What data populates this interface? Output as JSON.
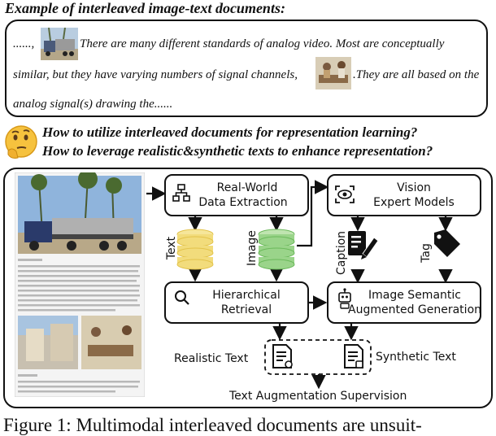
{
  "example": {
    "title": "Example of interleaved image-text documents:",
    "line1_prefix": "......,",
    "line1_text": "There are  many different standards of analog video. Most are conceptually",
    "line2_text": "similar, but they have varying numbers of signal channels,",
    "line2_suffix": ".They are all based on the",
    "line3_text": "analog signal(s) drawing the......"
  },
  "question": {
    "line1": "How to utilize interleaved documents for representation learning?",
    "line2": "How to leverage realistic&synthetic texts to enhance representation?"
  },
  "framework": {
    "real_world": [
      "Real-World",
      "Data Extraction"
    ],
    "vision_expert": [
      "Vision",
      "Expert Models"
    ],
    "hierarchical": [
      "Hierarchical",
      "Retrieval"
    ],
    "semantic": [
      "Image Semantic",
      "Augmented Generation"
    ],
    "label_text": "Text",
    "label_image": "Image",
    "label_caption": "Caption",
    "label_tag": "Tag",
    "realistic_text": "Realistic Text",
    "synthetic_text": "Synthetic Text",
    "supervision": "Text Augmentation Supervision"
  },
  "figure_caption": "Figure 1: Multimodal interleaved documents are unsuit-",
  "colors": {
    "text_db": "#f2dc7c",
    "image_db": "#9ad48a",
    "stroke": "#111111"
  }
}
